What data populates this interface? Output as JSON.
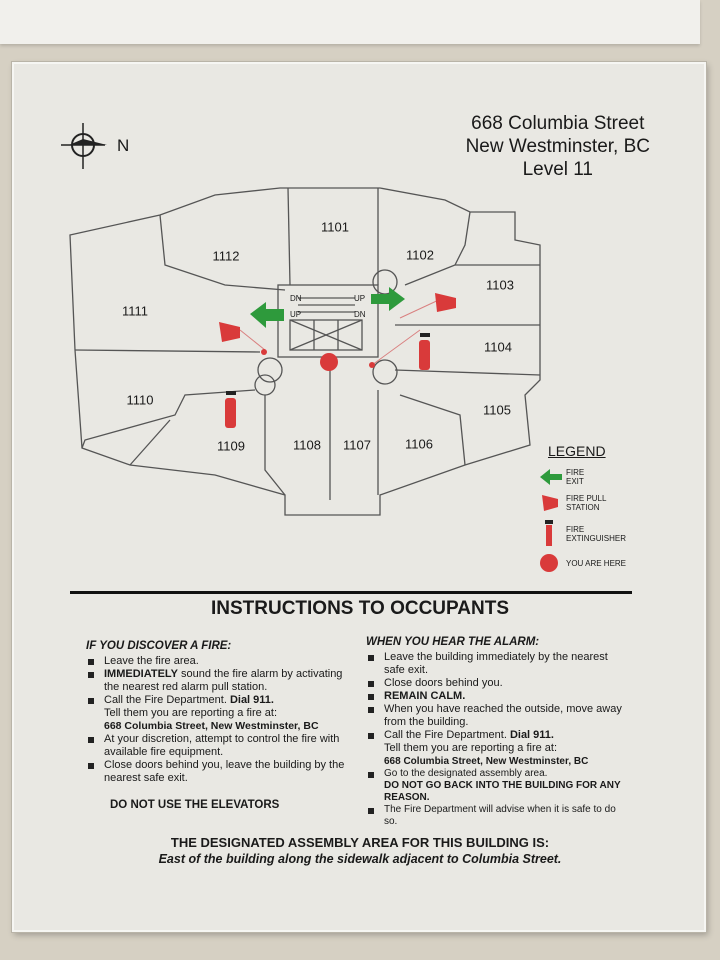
{
  "address": {
    "line1": "668 Columbia Street",
    "line2": "New Westminster, BC",
    "level": "Level 11"
  },
  "compass": {
    "label": "N"
  },
  "floor_plan": {
    "rooms": [
      "1101",
      "1102",
      "1103",
      "1104",
      "1105",
      "1106",
      "1107",
      "1108",
      "1109",
      "1110",
      "1111",
      "1112"
    ],
    "stair_labels": {
      "dn_left": "DN",
      "up_right": "UP",
      "up_left": "UP",
      "dn_right": "DN"
    }
  },
  "legend": {
    "title": "LEGEND",
    "items": [
      {
        "icon": "fire-exit-arrow-icon",
        "label1": "FIRE",
        "label2": "EXIT",
        "color": "#2e9a3c"
      },
      {
        "icon": "fire-pull-station-icon",
        "label1": "FIRE PULL",
        "label2": "STATION",
        "color": "#d93a3a"
      },
      {
        "icon": "fire-extinguisher-icon",
        "label1": "FIRE",
        "label2": "EXTINGUISHER",
        "color": "#d93a3a"
      },
      {
        "icon": "you-are-here-icon",
        "label1": "YOU ARE HERE",
        "label2": "",
        "color": "#d93a3a"
      }
    ]
  },
  "instructions": {
    "title": "INSTRUCTIONS TO OCCUPANTS",
    "discover": {
      "heading": "IF YOU DISCOVER A FIRE:",
      "i1": "Leave the fire area.",
      "i2_bold": "IMMEDIATELY",
      "i2": " sound the fire alarm by activating the nearest red alarm pull station.",
      "i3": "Call the Fire Department.  ",
      "i3_bold": "Dial 911.",
      "i3b": "Tell them you are reporting a fire at:",
      "i3_addr": "668 Columbia Street, New Westminster, BC",
      "i4": "At your discretion, attempt to control the fire with available fire equipment.",
      "i5": "Close doors behind you, leave the building by the nearest safe exit.",
      "warning": "DO NOT USE THE ELEVATORS"
    },
    "alarm": {
      "heading": "WHEN YOU HEAR THE ALARM:",
      "i1": "Leave the building immediately by the nearest safe exit.",
      "i2": "Close doors behind you.",
      "i3": "REMAIN CALM.",
      "i4": "When you have reached the outside, move away from the building.",
      "i5": "Call the Fire Department.  ",
      "i5_bold": "Dial 911.",
      "i5b": "Tell them you are reporting a fire at:",
      "i5_addr": "668 Columbia Street, New Westminster, BC",
      "i6": "Go to the designated assembly area.",
      "i6_bold": "DO NOT GO BACK INTO THE BUILDING FOR ANY REASON.",
      "i7": "The Fire Department will advise when it is safe to do so."
    },
    "assembly_heading": "THE DESIGNATED ASSEMBLY AREA FOR THIS BUILDING IS:",
    "assembly_location": "East of the building along the sidewalk adjacent to Columbia Street."
  }
}
